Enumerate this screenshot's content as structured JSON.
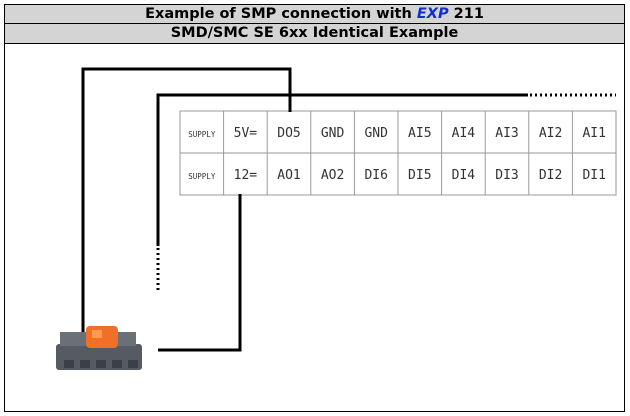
{
  "header": {
    "title_prefix": "Example of SMP connection with ",
    "title_highlight": "EXP",
    "title_suffix": " 211",
    "subtitle": "SMD/SMC SE 6xx Identical Example"
  },
  "terminals": {
    "top_row": [
      "SUPPLY",
      "5V=",
      "DO5",
      "GND",
      "GND",
      "AI5",
      "AI4",
      "AI3",
      "AI2",
      "AI1"
    ],
    "bottom_row": [
      "SUPPLY",
      "12=",
      "AO1",
      "AO2",
      "DI6",
      "DI5",
      "DI4",
      "DI3",
      "DI2",
      "DI1"
    ]
  },
  "colors": {
    "header_bg": "#d4d4d4",
    "highlight": "#1030c8",
    "connector_accent": "#f07028"
  }
}
